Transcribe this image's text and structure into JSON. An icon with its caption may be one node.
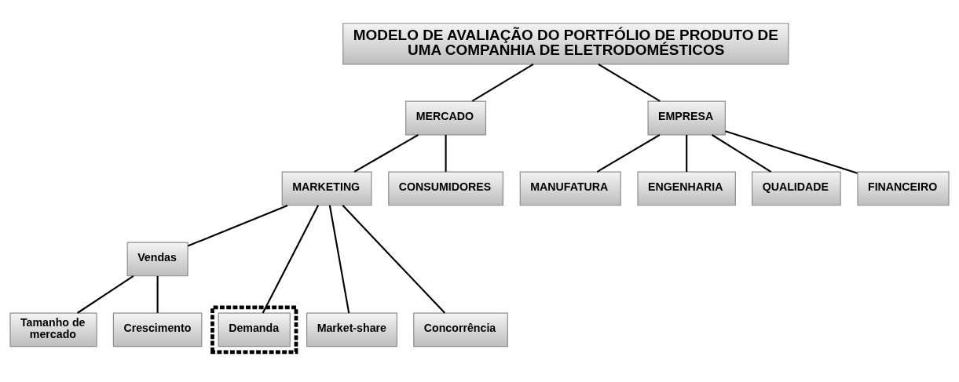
{
  "diagram": {
    "nodes": [
      {
        "text": [
          "MODELO DE AVALIAÇÃO DO PORTFÓLIO DE PRODUTO DE UMA COMPANHIA DE ELETRODOMÉSTICOS"
        ]
      },
      {
        "text": [
          "MERCADO"
        ]
      },
      {
        "text": [
          "EMPRESA"
        ]
      },
      {
        "text": [
          "MARKETING"
        ]
      },
      {
        "text": [
          "CONSUMIDORES"
        ]
      },
      {
        "text": [
          "MANUFATURA"
        ]
      },
      {
        "text": [
          "ENGENHARIA"
        ]
      },
      {
        "text": [
          "QUALIDADE"
        ]
      },
      {
        "text": [
          "FINANCEIRO"
        ]
      },
      {
        "text": [
          "Vendas"
        ]
      },
      {
        "text": [
          "Tamanho de mercado"
        ]
      },
      {
        "text": [
          "Crescimento"
        ]
      },
      {
        "text": [],
        "shape": "box"
      },
      {
        "text": [
          "Demanda"
        ],
        "in": 12
      },
      {
        "text": [
          "Market-share"
        ]
      },
      {
        "text": [
          "Concorrência"
        ]
      }
    ],
    "edges": [
      {
        "from": 0,
        "to": 1,
        "arrow": "none"
      },
      {
        "from": 0,
        "to": 2,
        "arrow": "none"
      },
      {
        "from": 1,
        "to": 3,
        "arrow": "none"
      },
      {
        "from": 1,
        "to": 4,
        "arrow": "none"
      },
      {
        "from": 2,
        "to": 5,
        "arrow": "none"
      },
      {
        "from": 2,
        "to": 6,
        "arrow": "none"
      },
      {
        "from": 2,
        "to": 7,
        "arrow": "none"
      },
      {
        "from": 2,
        "to": 8,
        "arrow": "none"
      },
      {
        "from": 3,
        "to": 9,
        "arrow": "none"
      },
      {
        "from": 3,
        "to": 13,
        "arrow": "none"
      },
      {
        "from": 3,
        "to": 14,
        "arrow": "none"
      },
      {
        "from": 3,
        "to": 15,
        "arrow": "none"
      },
      {
        "from": 9,
        "to": 10,
        "arrow": "none"
      },
      {
        "from": 9,
        "to": 11,
        "arrow": "none"
      }
    ]
  }
}
